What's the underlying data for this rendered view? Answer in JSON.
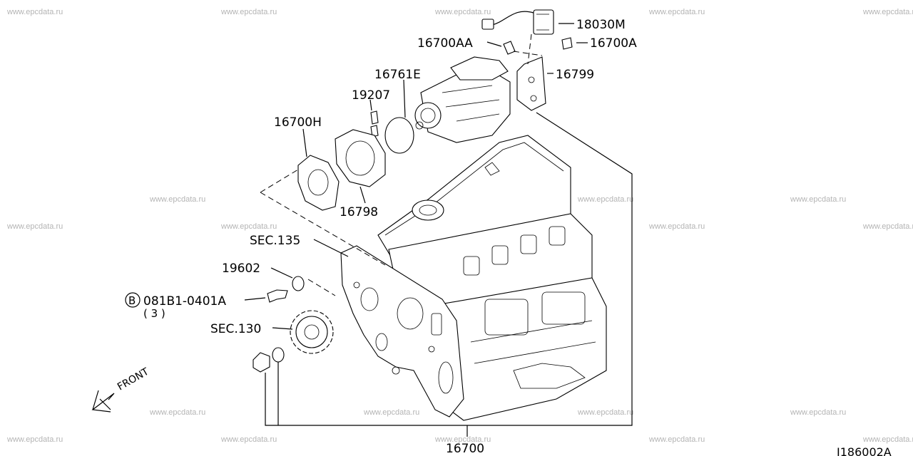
{
  "watermark_text": "www.epcdata.ru",
  "labels": {
    "p18030M": "18030M",
    "p16700AA": "16700AA",
    "p16700A": "16700A",
    "p16799": "16799",
    "p16761E": "16761E",
    "p19207": "19207",
    "p16700H": "16700H",
    "p16798": "16798",
    "sec135": "SEC.135",
    "p19602": "19602",
    "bolt_code": "081B1-0401A",
    "bolt_marker": "B",
    "bolt_qty": "( 3 )",
    "sec130": "SEC.130",
    "front": "FRONT",
    "p16700": "16700",
    "diagram_id": "J186002A"
  }
}
